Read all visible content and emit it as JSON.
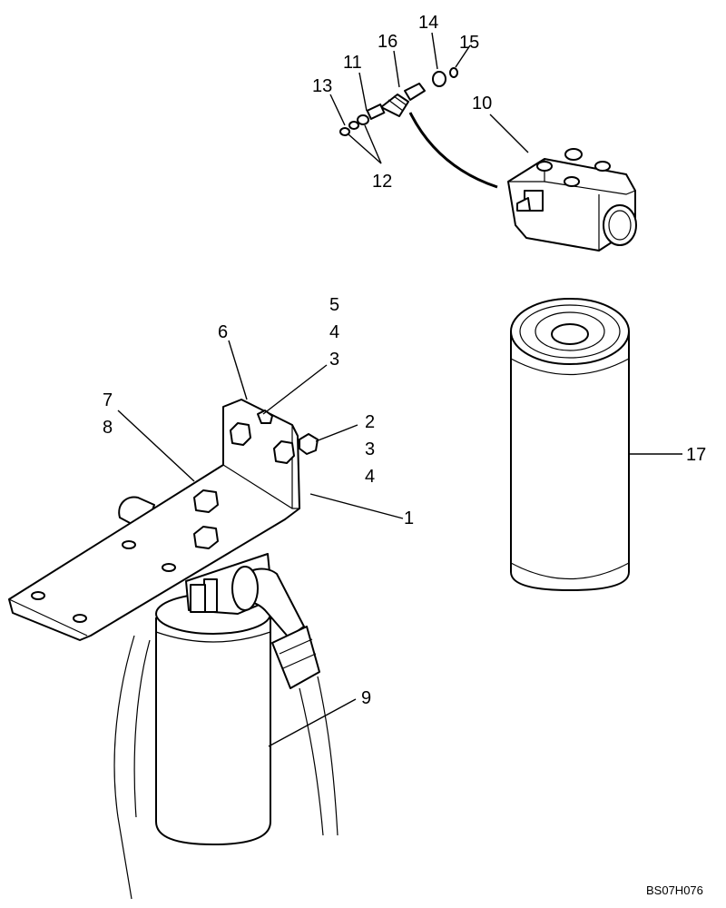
{
  "callouts": [
    "1",
    "2",
    "3",
    "4",
    "5",
    "4",
    "3",
    "6",
    "7",
    "8",
    "9",
    "10",
    "11",
    "12",
    "13",
    "14",
    "15",
    "16",
    "17"
  ],
  "drawing_code": "BS07H076"
}
